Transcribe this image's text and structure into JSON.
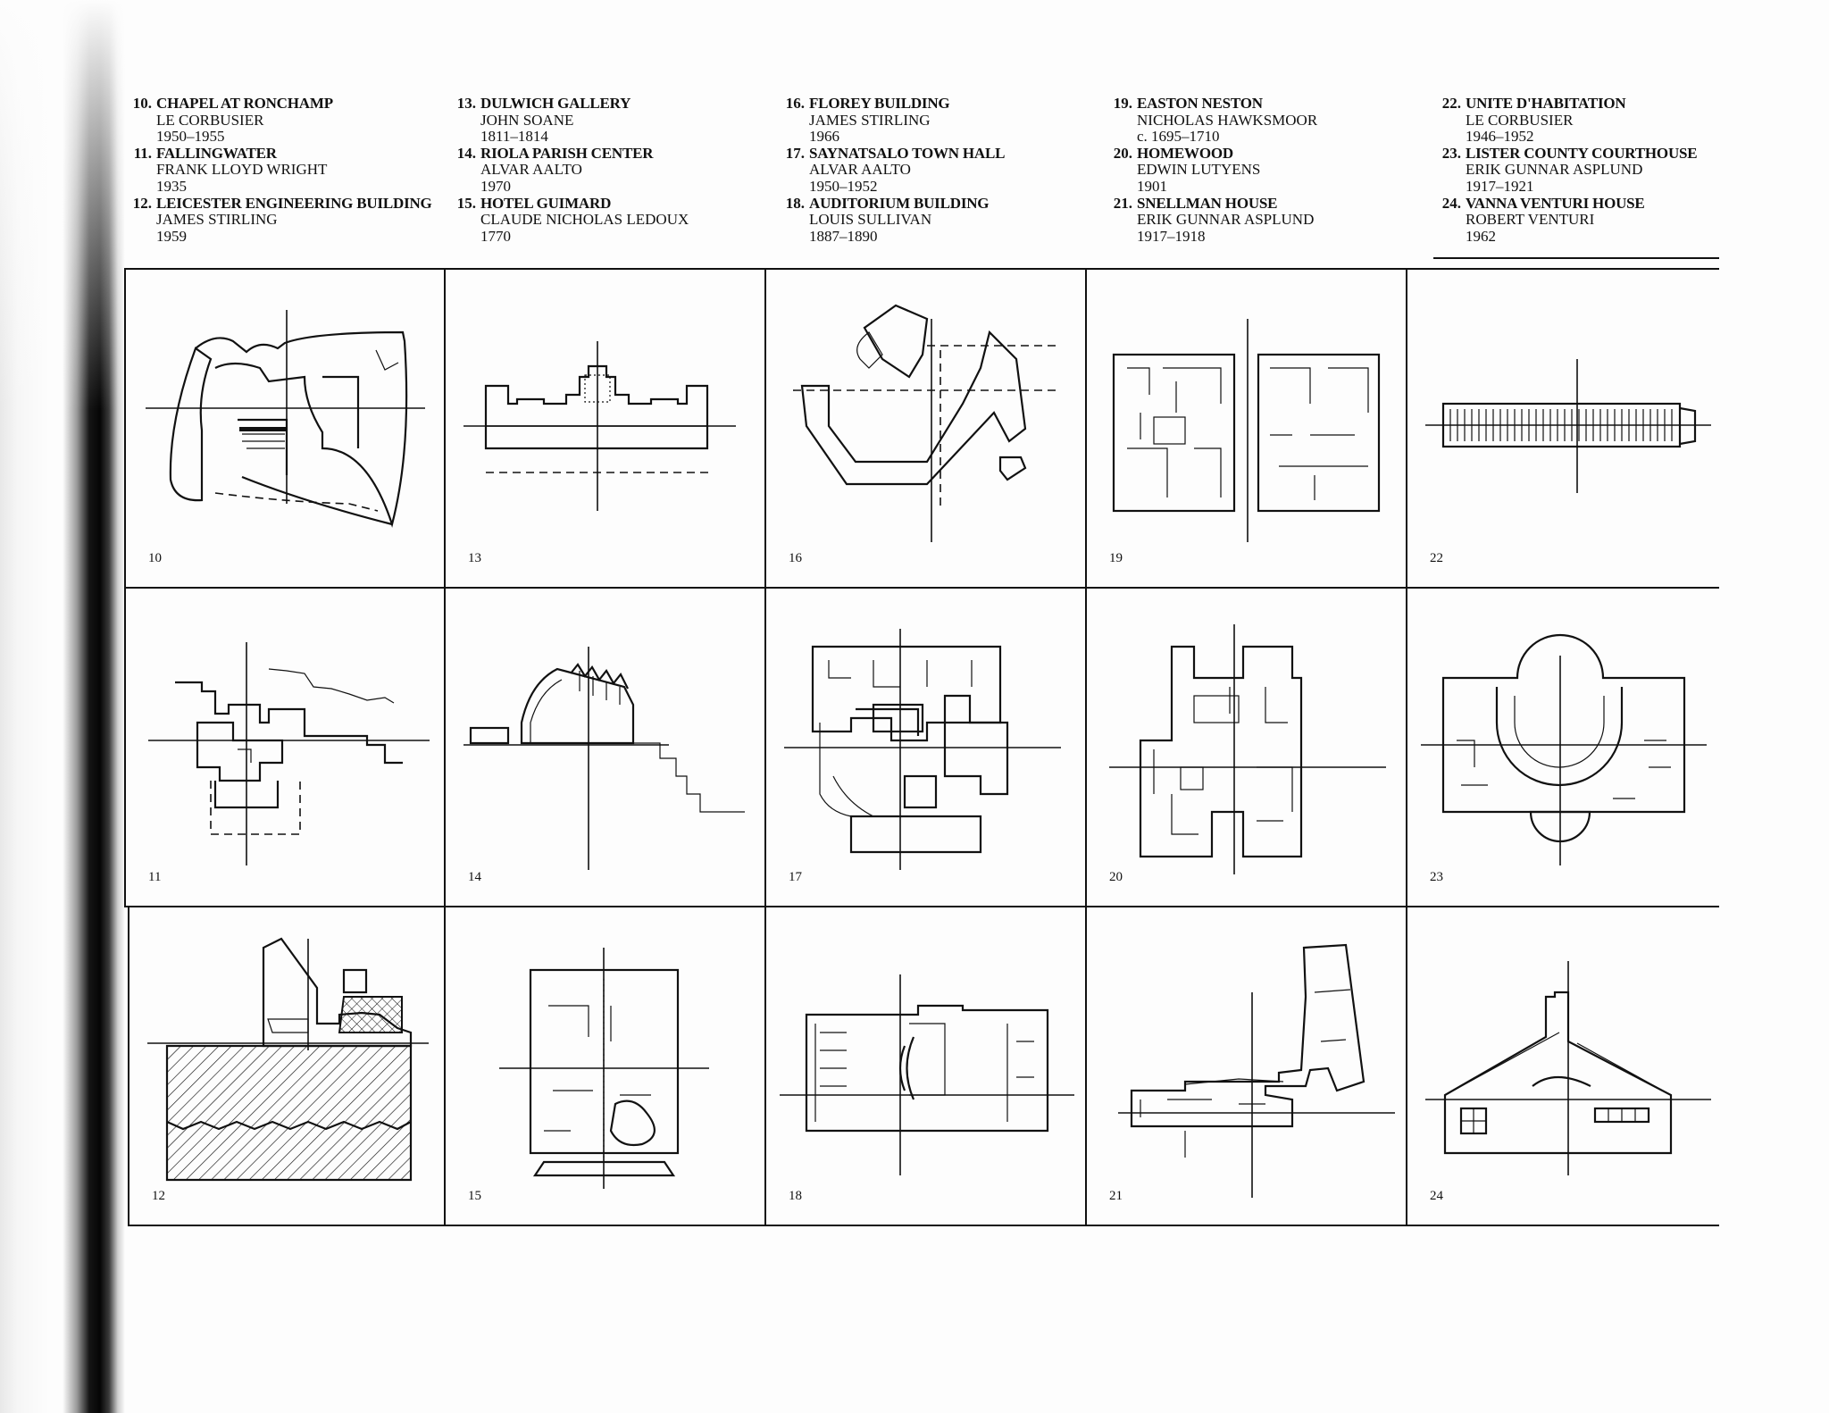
{
  "legend": [
    {
      "num": "10.",
      "name": "CHAPEL AT RONCHAMP",
      "architect": "LE CORBUSIER",
      "date": "1950–1955"
    },
    {
      "num": "11.",
      "name": "FALLINGWATER",
      "architect": "FRANK LLOYD WRIGHT",
      "date": "1935"
    },
    {
      "num": "12.",
      "name": "LEICESTER ENGINEERING BUILDING",
      "architect": "JAMES STIRLING",
      "date": "1959"
    },
    {
      "num": "13.",
      "name": "DULWICH GALLERY",
      "architect": "JOHN SOANE",
      "date": "1811–1814"
    },
    {
      "num": "14.",
      "name": "RIOLA PARISH CENTER",
      "architect": "ALVAR AALTO",
      "date": "1970"
    },
    {
      "num": "15.",
      "name": "HOTEL GUIMARD",
      "architect": "CLAUDE NICHOLAS LEDOUX",
      "date": "1770"
    },
    {
      "num": "16.",
      "name": "FLOREY BUILDING",
      "architect": "JAMES STIRLING",
      "date": "1966"
    },
    {
      "num": "17.",
      "name": "SAYNATSALO TOWN HALL",
      "architect": "ALVAR AALTO",
      "date": "1950–1952"
    },
    {
      "num": "18.",
      "name": "AUDITORIUM BUILDING",
      "architect": "LOUIS SULLIVAN",
      "date": "1887–1890"
    },
    {
      "num": "19.",
      "name": "EASTON NESTON",
      "architect": "NICHOLAS HAWKSMOOR",
      "date": "c. 1695–1710"
    },
    {
      "num": "20.",
      "name": "HOMEWOOD",
      "architect": "EDWIN LUTYENS",
      "date": "1901"
    },
    {
      "num": "21.",
      "name": "SNELLMAN HOUSE",
      "architect": "ERIK GUNNAR ASPLUND",
      "date": "1917–1918"
    },
    {
      "num": "22.",
      "name": "UNITE D'HABITATION",
      "architect": "LE CORBUSIER",
      "date": "1946–1952"
    },
    {
      "num": "23.",
      "name": "LISTER COUNTY COURTHOUSE",
      "architect": "ERIK GUNNAR ASPLUND",
      "date": "1917–1921"
    },
    {
      "num": "24.",
      "name": "VANNA VENTURI HOUSE",
      "architect": "ROBERT VENTURI",
      "date": "1962"
    }
  ],
  "grid": [
    [
      "10",
      "13",
      "16",
      "19",
      "22"
    ],
    [
      "11",
      "14",
      "17",
      "20",
      "23"
    ],
    [
      "12",
      "15",
      "18",
      "21",
      "24"
    ]
  ]
}
